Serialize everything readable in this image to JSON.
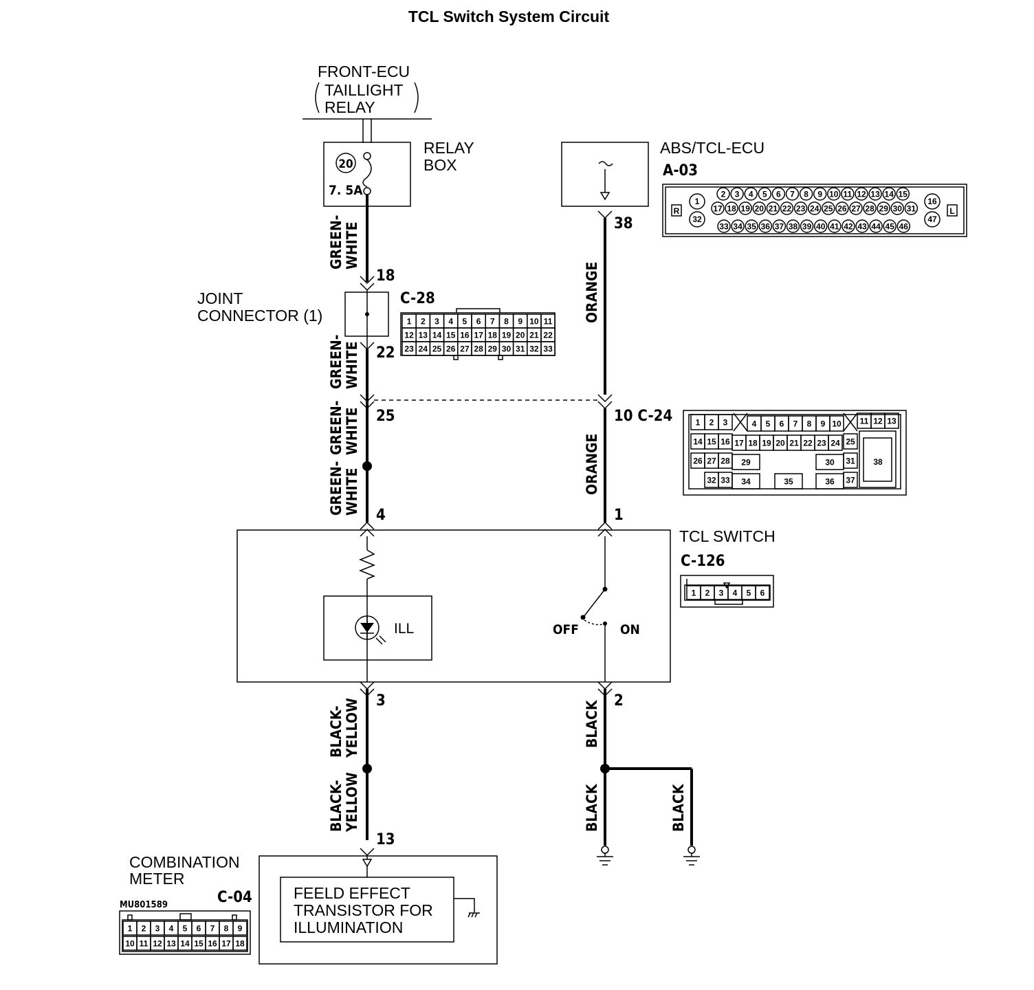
{
  "title": "TCL Switch System Circuit",
  "front_ecu": {
    "line1": "FRONT-ECU",
    "line2": "TAILLIGHT",
    "line3": "RELAY"
  },
  "relay_box": {
    "line1": "RELAY",
    "line2": "BOX",
    "fuse_no": "20",
    "fuse_rating": "7. 5A"
  },
  "abs_ecu": {
    "name": "ABS/TCL-ECU",
    "connector": "A-03",
    "side_left": "R",
    "side_right": "L",
    "pin_1": "1",
    "pin_32": "32",
    "pin_16": "16",
    "pin_47": "47",
    "row1": [
      "2",
      "3",
      "4",
      "5",
      "6",
      "7",
      "8",
      "9",
      "10",
      "11",
      "12",
      "13",
      "14",
      "15"
    ],
    "row2": [
      "17",
      "18",
      "19",
      "20",
      "21",
      "22",
      "23",
      "24",
      "25",
      "26",
      "27",
      "28",
      "29",
      "30",
      "31"
    ],
    "row3": [
      "33",
      "34",
      "35",
      "36",
      "37",
      "38",
      "39",
      "40",
      "41",
      "42",
      "43",
      "44",
      "45",
      "46"
    ]
  },
  "joint": {
    "line1": "JOINT",
    "line2": "CONNECTOR (1)",
    "connector": "C-28",
    "rows": [
      [
        "1",
        "2",
        "3",
        "4",
        "5",
        "6",
        "7",
        "8",
        "9",
        "10",
        "11"
      ],
      [
        "12",
        "13",
        "14",
        "15",
        "16",
        "17",
        "18",
        "19",
        "20",
        "21",
        "22"
      ],
      [
        "23",
        "24",
        "25",
        "26",
        "27",
        "28",
        "29",
        "30",
        "31",
        "32",
        "33"
      ]
    ]
  },
  "c24": {
    "label": "10 C-24",
    "row1": [
      "1",
      "2",
      "3",
      "4",
      "5",
      "6",
      "7",
      "8",
      "9",
      "10",
      "11",
      "12",
      "13"
    ],
    "row2": [
      "14",
      "15",
      "16",
      "17",
      "18",
      "19",
      "20",
      "21",
      "22",
      "23",
      "24",
      "25"
    ],
    "row3": [
      "26",
      "27",
      "28",
      "29",
      "30",
      "31"
    ],
    "row4": [
      "32",
      "33",
      "34",
      "35",
      "36",
      "37"
    ],
    "big": "38"
  },
  "tcl_switch": {
    "name": "TCL SWITCH",
    "connector": "C-126",
    "ill": "ILL",
    "off": "OFF",
    "on": "ON",
    "pins": [
      "1",
      "2",
      "3",
      "4",
      "5",
      "6"
    ]
  },
  "meter": {
    "line1": "COMBINATION",
    "line2": "METER",
    "connector": "C-04",
    "code": "MU801589",
    "fet1": "FEELD EFFECT",
    "fet2": "TRANSISTOR FOR",
    "fet3": "ILLUMINATION",
    "row1": [
      "1",
      "2",
      "3",
      "4",
      "5",
      "6",
      "7",
      "8",
      "9"
    ],
    "row2": [
      "10",
      "11",
      "12",
      "13",
      "14",
      "15",
      "16",
      "17",
      "18"
    ]
  },
  "pins": {
    "p18": "18",
    "p22": "22",
    "p25": "25",
    "p4": "4",
    "p3": "3",
    "p13": "13",
    "p38": "38",
    "p1": "1",
    "p2": "2"
  },
  "wires": {
    "gw_a": "GREEN-",
    "gw_b": "WHITE",
    "orange": "ORANGE",
    "by_a": "BLACK-",
    "by_b": "YELLOW",
    "black": "BLACK"
  }
}
